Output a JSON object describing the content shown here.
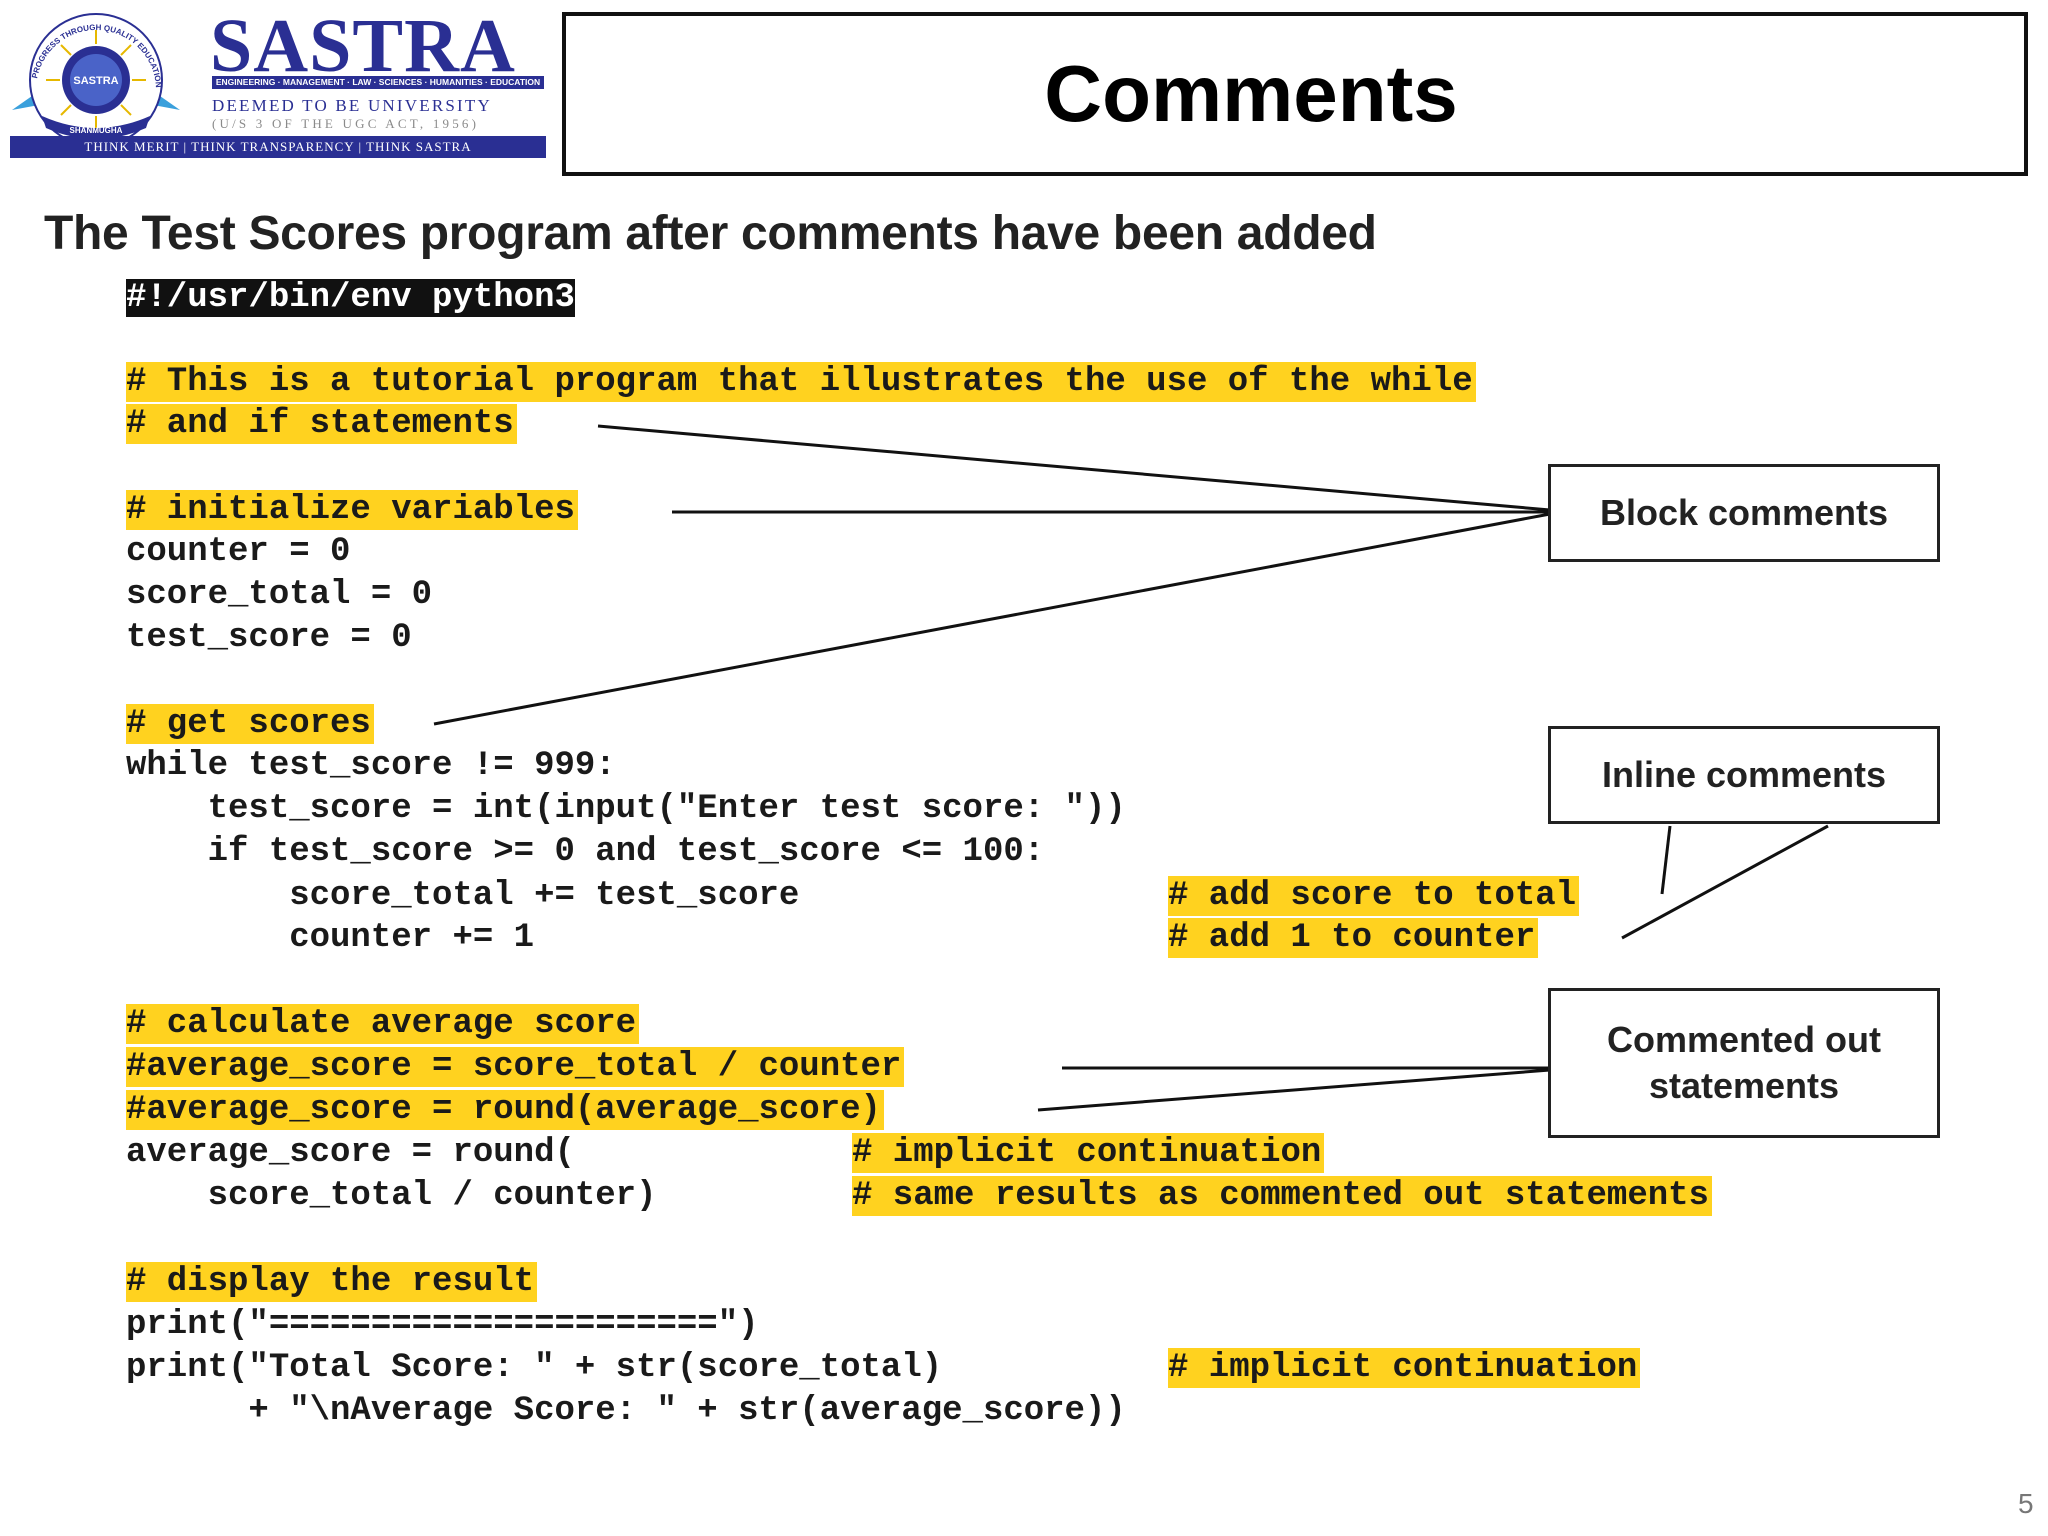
{
  "logo": {
    "emblem_label": "SASTRA",
    "emblem_ring_text": "PROGRESS THROUGH QUALITY EDUCATION",
    "emblem_banner": "SHANMUGHA",
    "name": "SASTRA",
    "disciplines": "ENGINEERING · MANAGEMENT · LAW · SCIENCES · HUMANITIES · EDUCATION",
    "deemed": "DEEMED TO BE UNIVERSITY",
    "ugc": "(U/S 3 OF THE UGC ACT, 1956)",
    "motto": "THINK MERIT | THINK TRANSPARENCY | THINK SASTRA",
    "brand_color": "#2a2f93"
  },
  "slide": {
    "title": "Comments",
    "subtitle": "The Test Scores program after comments have been added",
    "page_number": "5"
  },
  "code": {
    "shebang": "#!/usr/bin/env python3",
    "block_1_line_1": "# This is a tutorial program that illustrates the use of the while",
    "block_1_line_2": "# and if statements",
    "block_2": "# initialize variables",
    "init_1": "counter = 0",
    "init_2": "score_total = 0",
    "init_3": "test_score = 0",
    "block_3": "# get scores",
    "loop_1": "while test_score != 999:",
    "loop_2": "    test_score = int(input(\"Enter test score: \"))",
    "loop_3": "    if test_score >= 0 and test_score <= 100:",
    "loop_4": "        score_total += test_score",
    "loop_5": "        counter += 1",
    "inline_1": "# add score to total",
    "inline_2": "# add 1 to counter",
    "block_4": "# calculate average score",
    "commented_1": "#average_score = score_total / counter",
    "commented_2": "#average_score = round(average_score)",
    "calc_1": "average_score = round(",
    "calc_2": "    score_total / counter)",
    "calc_comment_1": "# implicit continuation",
    "calc_comment_2": "# same results as commented out statements",
    "block_5": "# display the result",
    "print_1": "print(\"======================\")",
    "print_2": "print(\"Total Score: \" + str(score_total)",
    "print_2_comment": "# implicit continuation",
    "print_3": "      + \"\\nAverage Score: \" + str(average_score))",
    "highlight_color": "#ffd21f"
  },
  "callouts": {
    "block": "Block comments",
    "inline": "Inline comments",
    "commented_out": "Commented out\nstatements"
  }
}
